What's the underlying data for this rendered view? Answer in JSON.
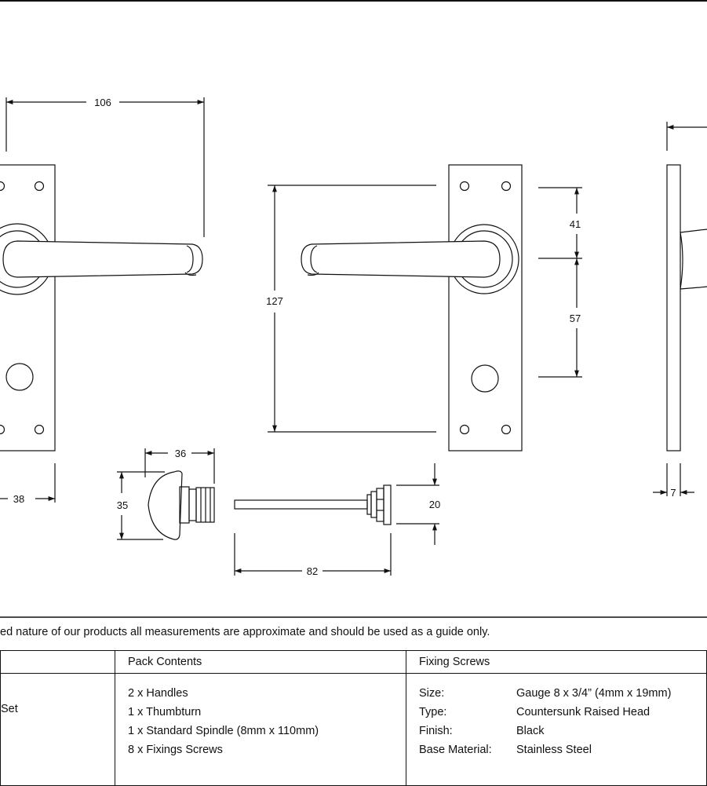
{
  "dimensions": {
    "backplate_length": "106",
    "overall_height": "127",
    "lever_to_top": "41",
    "lever_to_turn": "57",
    "plate_width": "38",
    "thumbturn_projection": "36",
    "thumbturn_height": "35",
    "spindle_length": "82",
    "spindle_plate": "20",
    "plate_thickness": "7"
  },
  "note": "ed nature of our products all measurements are approximate and should be used as a guide only.",
  "table": {
    "col0_fragment": "Set",
    "pack_contents": {
      "header": "Pack Contents",
      "items": [
        "2 x Handles",
        "1 x Thumbturn",
        "1 x Standard Spindle (8mm x 110mm)",
        "8 x Fixings Screws"
      ]
    },
    "fixing_screws": {
      "header": "Fixing Screws",
      "rows": [
        {
          "label": "Size:",
          "value": "Gauge 8 x 3/4” (4mm x 19mm)"
        },
        {
          "label": "Type:",
          "value": "Countersunk Raised Head"
        },
        {
          "label": "Finish:",
          "value": "Black"
        },
        {
          "label": "Base Material:",
          "value": "Stainless Steel"
        }
      ]
    }
  }
}
